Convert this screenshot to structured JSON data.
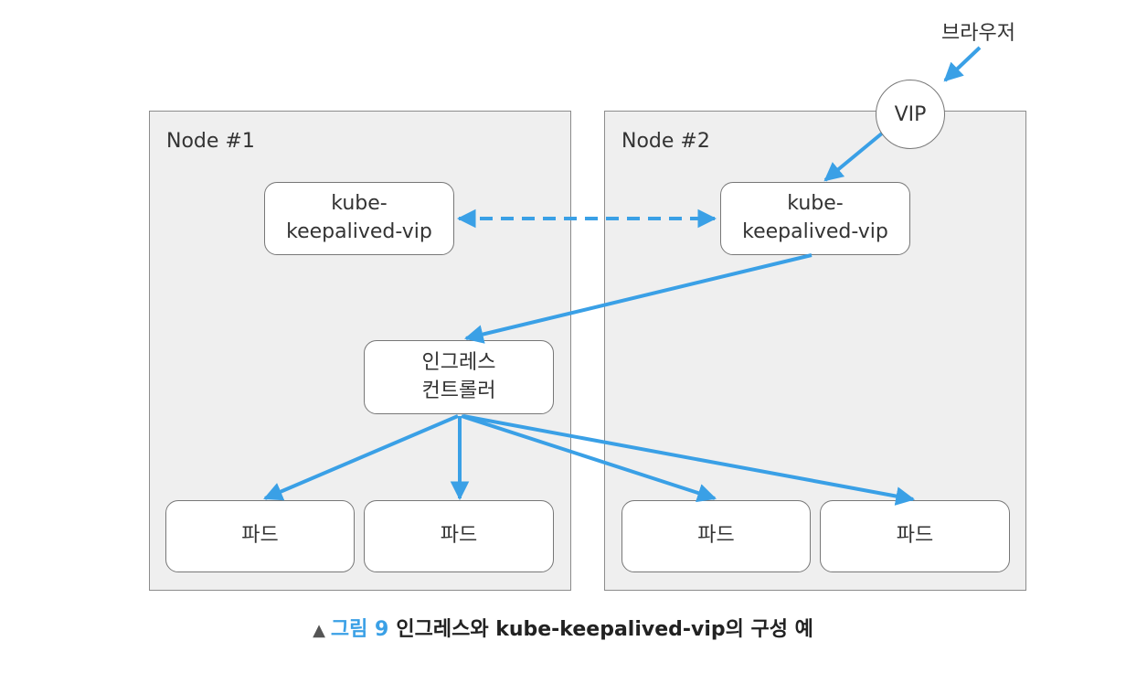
{
  "nodes": [
    {
      "title": "Node #1"
    },
    {
      "title": "Node #2"
    }
  ],
  "keepalived": {
    "line1": "kube-",
    "line2": "keepalived-vip"
  },
  "ingress": {
    "line1": "인그레스",
    "line2": "컨트롤러"
  },
  "pod_label": "파드",
  "vip_label": "VIP",
  "browser_label": "브라우저",
  "caption": {
    "marker": "▲",
    "figure": "그림 9",
    "text": "인그레스와 kube-keepalived-vip의 구성 예"
  },
  "colors": {
    "arrow": "#3aa0e6",
    "node_fill": "#efefef"
  }
}
